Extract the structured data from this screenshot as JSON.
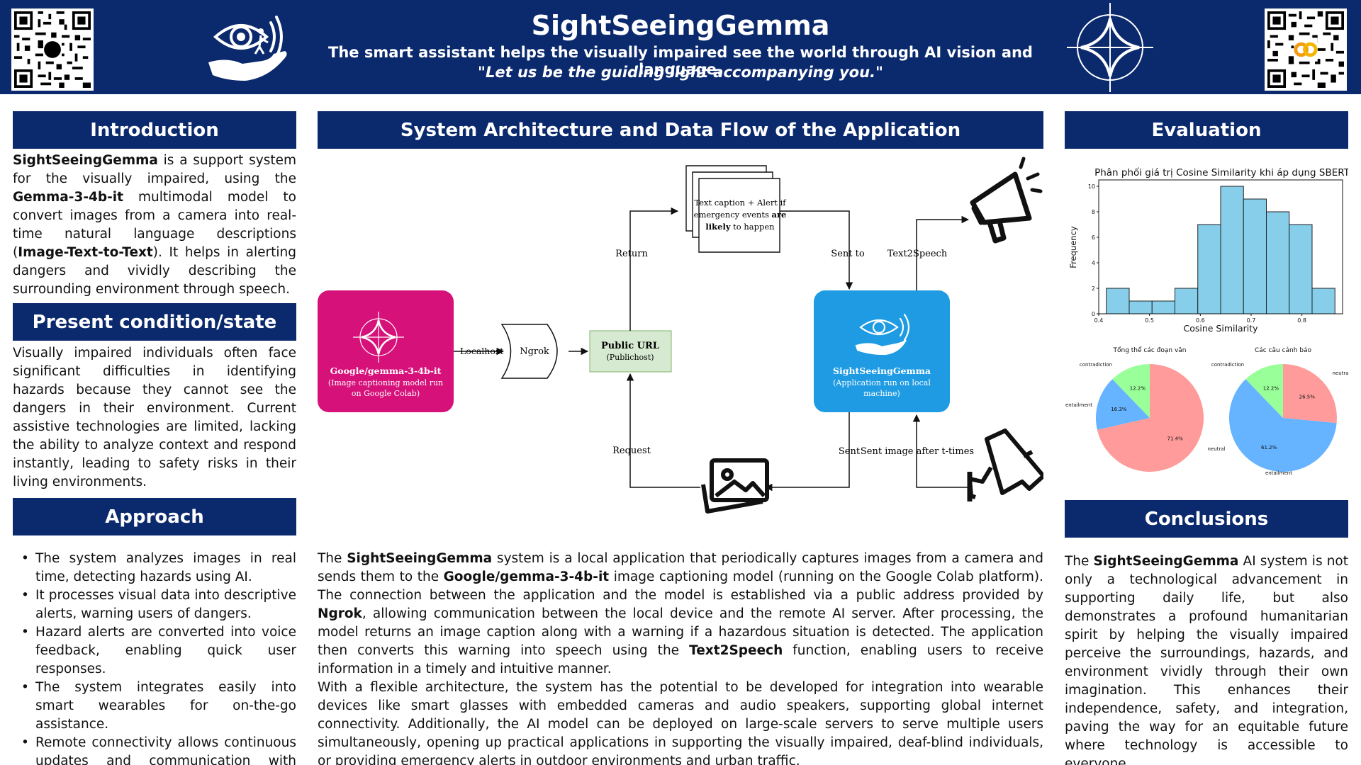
{
  "header": {
    "title": "SightSeeingGemma",
    "subtitle": "The smart assistant helps the visually impaired see the world through AI vision and language.",
    "quote": "\"Let us be the guiding light accompanying you.\""
  },
  "sections": {
    "introduction": "Introduction",
    "present": "Present condition/state",
    "approach": "Approach",
    "architecture": "System Architecture and Data Flow of the Application",
    "evaluation": "Evaluation",
    "conclusions": "Conclusions"
  },
  "introduction": {
    "p1": "SightSeeingGemma",
    "p2": " is a support system for the visually impaired, using the ",
    "p3": "Gemma-3-4b-it",
    "p4": " multimodal model to convert images from a camera into real-time natural language descriptions (",
    "p5": "Image-Text-to-Text",
    "p6": "). It helps in alerting dangers and vividly describing the surrounding environment through speech."
  },
  "present": {
    "text": "Visually impaired individuals often face significant difficulties in identifying hazards because they cannot see the dangers in their environment. Current assistive technologies are limited, lacking the ability to analyze context and respond instantly, leading to safety risks in their living environments."
  },
  "approach": {
    "items": [
      "The system analyzes images in real time, detecting hazards using AI.",
      "It processes visual data into descriptive alerts, warning users of dangers.",
      "Hazard alerts are converted into voice feedback, enabling quick user responses.",
      "The system integrates easily into smart wearables for on-the-go assistance.",
      "Remote connectivity allows continuous updates and communication with servers."
    ]
  },
  "architecture": {
    "model_box": "Google/gemma-3-4b-it",
    "model_sub1": "(Image captioning model run",
    "model_sub2": "on Google Colab)",
    "localhost": "Localhost",
    "ngrok": "Ngrok",
    "public_url": "Public URL",
    "publichost": "(Publichost)",
    "doc_line1": "Text caption + Alert if",
    "doc_line2a": "emergency events ",
    "doc_line2b": "are",
    "doc_line3a": "likely",
    "doc_line3b": " to happen",
    "return": "Return",
    "sent_to": "Sent to",
    "text2speech": "Text2Speech",
    "request": "Request",
    "sent": "Sent",
    "sent_image": "Sent image after t-times",
    "app_box": "SightSeeingGemma",
    "app_sub1": "(Application run on local",
    "app_sub2": "machine)"
  },
  "description": {
    "a1": "The ",
    "a2": "SightSeeingGemma",
    "a3": " system is a local application that periodically captures images from a camera and sends them to the ",
    "a4": "Google/gemma-3-4b-it",
    "a5": " image captioning model (running on the Google Colab platform). The connection between the application and the model is established via a public address provided by ",
    "a6": "Ngrok",
    "a7": ", allowing communication between the local device and the remote AI server. After processing, the model returns an image caption along with a warning if a hazardous situation is detected. The application then converts this warning into speech using the ",
    "a8": "Text2Speech",
    "a9": " function, enabling users to receive information in a timely and intuitive manner.",
    "b": "With a flexible architecture, the system has the potential to be developed for integration into wearable devices like smart glasses with embedded cameras and audio speakers, supporting global internet connectivity. Additionally, the AI model can be deployed on large-scale servers to serve multiple users simultaneously, opening up practical applications in supporting the visually impaired, deaf-blind individuals, or providing emergency alerts in outdoor environments and urban traffic."
  },
  "conclusions": {
    "c1": "The ",
    "c2": "SightSeeingGemma",
    "c3": " AI system is not only a technological advancement in supporting daily life, but also demonstrates a profound humanitarian spirit by helping the visually impaired perceive the surroundings, hazards, and environment vividly through their own imagination. This enhances their independence, safety, and integration, paving the way for an equitable future where technology is accessible to everyone."
  },
  "colors": {
    "navy": "#0b2a6e",
    "model_box": "#d6127a",
    "app_box": "#1e9be3",
    "public_url_fill": "#d6ead2",
    "hist_bar": "#87ceeb",
    "pie_neutral": "#ff9b9b",
    "pie_entailment": "#66b3ff",
    "pie_contradiction": "#99ff99"
  },
  "icons": [
    "qr-code-icon",
    "eye-hand-logo-icon",
    "four-point-star-icon",
    "megaphone-icon",
    "image-icon",
    "security-camera-icon"
  ],
  "chart_data": [
    {
      "type": "bar",
      "title": "Phân phối giá trị Cosine Similarity khi áp dụng SBERT",
      "xlabel": "Cosine Similarity",
      "ylabel": "Frequency",
      "bin_edges": [
        0.415,
        0.46,
        0.505,
        0.55,
        0.595,
        0.64,
        0.685,
        0.73,
        0.775,
        0.82,
        0.865
      ],
      "values": [
        2,
        1,
        1,
        2,
        7,
        10,
        9,
        8,
        7,
        2
      ],
      "xlim": [
        0.4,
        0.88
      ],
      "ylim": [
        0,
        10.5
      ],
      "xticks": [
        0.4,
        0.5,
        0.6,
        0.7,
        0.8
      ],
      "xtick_labels": [
        "0.4",
        "0.5",
        "0.6",
        "0.7",
        "0.8"
      ],
      "yticks": [
        0,
        2,
        4,
        6,
        8,
        10
      ],
      "grid": false
    },
    {
      "type": "pie",
      "title": "Tổng thể các đoạn văn",
      "slices": [
        {
          "label": "neutral",
          "value": 71.4,
          "pct": "71.4%"
        },
        {
          "label": "entailment",
          "value": 16.3,
          "pct": "16.3%"
        },
        {
          "label": "contradiction",
          "value": 12.2,
          "pct": "12.2%"
        }
      ]
    },
    {
      "type": "pie",
      "title": "Các câu cảnh báo",
      "slices": [
        {
          "label": "neutral",
          "value": 26.5,
          "pct": "26.5%"
        },
        {
          "label": "entailment",
          "value": 61.2,
          "pct": "61.2%"
        },
        {
          "label": "contradiction",
          "value": 12.2,
          "pct": "12.2%"
        }
      ]
    }
  ]
}
